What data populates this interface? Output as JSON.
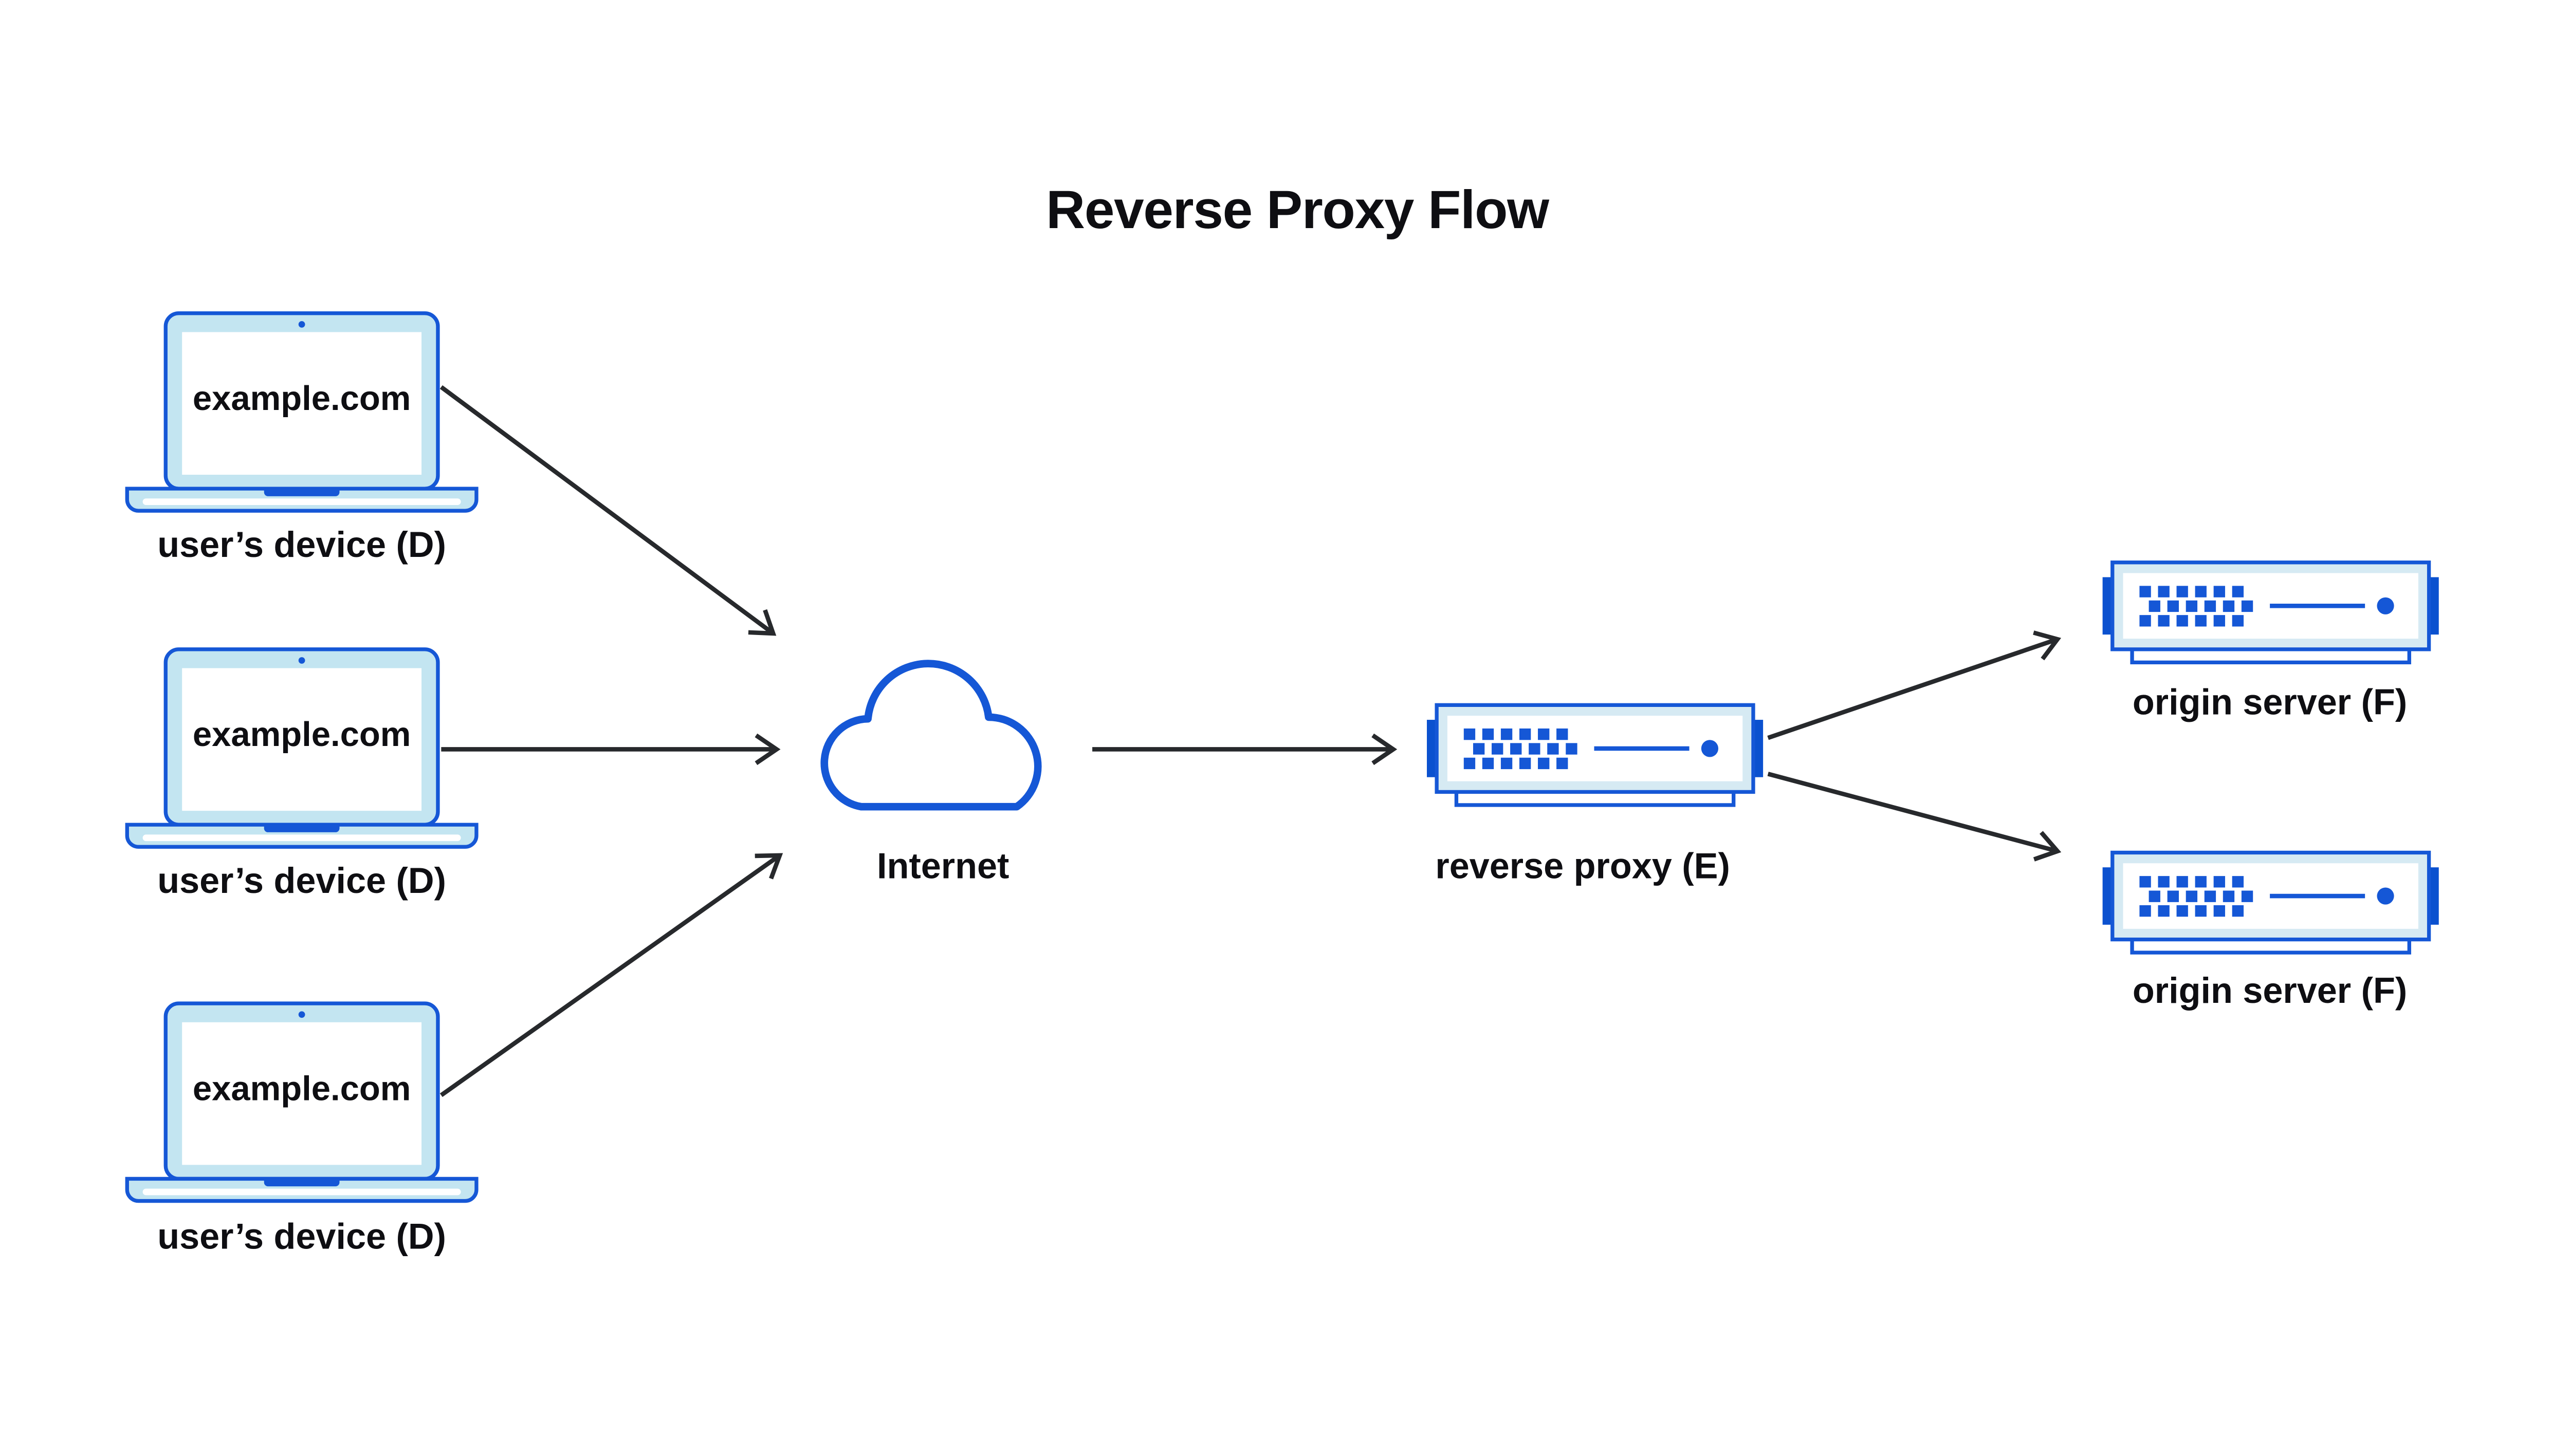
{
  "title": "Reverse Proxy Flow",
  "colors": {
    "blue": "#1557d6",
    "blue-dark": "#0b51cf",
    "laptop-fill": "#c3e5f1",
    "server-fill": "#d6eaf3",
    "panel-white": "#ffffff",
    "text": "#0e0e12",
    "arrow": "#27292c",
    "background": "#ffffff"
  },
  "nodes": {
    "devices": [
      {
        "id": "device-1",
        "icon": "laptop-icon",
        "screen_text": "example.com",
        "label": "user’s device (D)"
      },
      {
        "id": "device-2",
        "icon": "laptop-icon",
        "screen_text": "example.com",
        "label": "user’s device (D)"
      },
      {
        "id": "device-3",
        "icon": "laptop-icon",
        "screen_text": "example.com",
        "label": "user’s device (D)"
      }
    ],
    "internet": {
      "id": "internet",
      "icon": "cloud-icon",
      "label": "Internet"
    },
    "reverse_proxy": {
      "id": "reverse-proxy",
      "icon": "rack-server-icon",
      "label": "reverse proxy (E)"
    },
    "origins": [
      {
        "id": "origin-1",
        "icon": "rack-server-icon",
        "label": "origin server (F)"
      },
      {
        "id": "origin-2",
        "icon": "rack-server-icon",
        "label": "origin server (F)"
      }
    ]
  },
  "edges": [
    {
      "from": "device-1",
      "to": "internet"
    },
    {
      "from": "device-2",
      "to": "internet"
    },
    {
      "from": "device-3",
      "to": "internet"
    },
    {
      "from": "internet",
      "to": "reverse-proxy"
    },
    {
      "from": "reverse-proxy",
      "to": "origin-1"
    },
    {
      "from": "reverse-proxy",
      "to": "origin-2"
    }
  ]
}
